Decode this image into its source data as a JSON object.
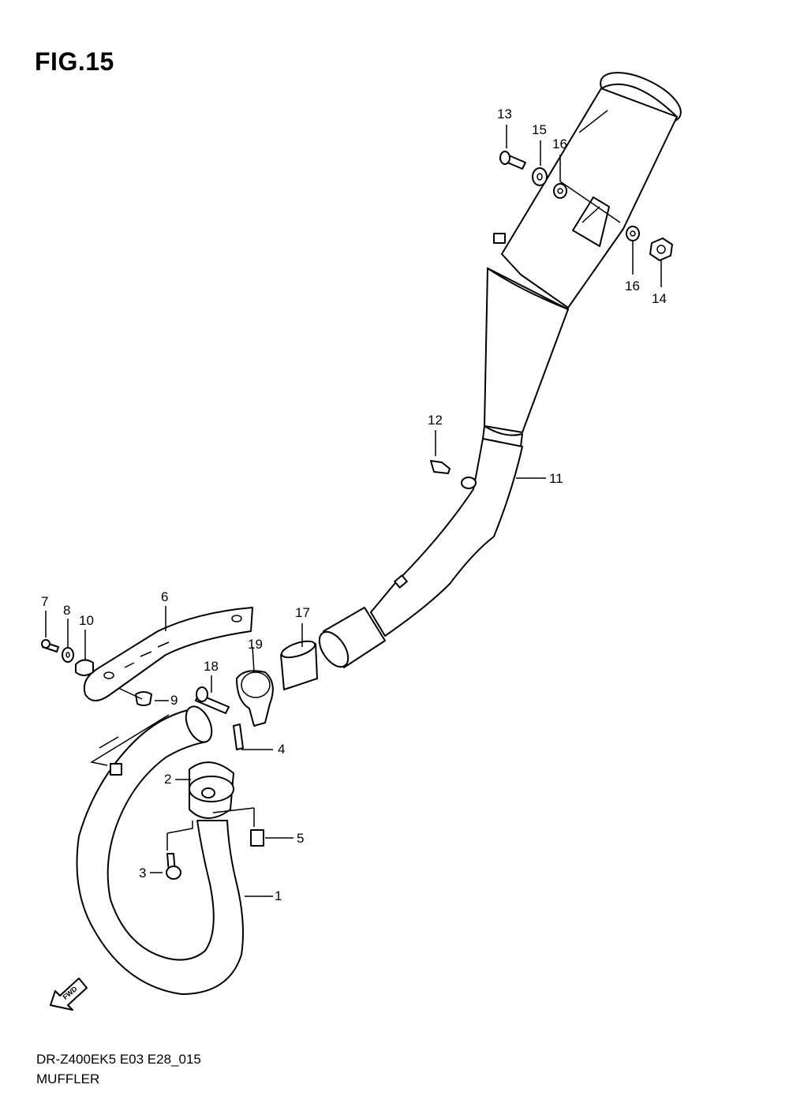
{
  "figure": {
    "title": "FIG.15",
    "model_code": "DR-Z400EK5 E03 E28_015",
    "name": "MUFFLER"
  },
  "callouts": [
    "1",
    "2",
    "3",
    "4",
    "5",
    "6",
    "7",
    "8",
    "9",
    "10",
    "11",
    "12",
    "13",
    "14",
    "15",
    "16",
    "16",
    "17",
    "18",
    "19"
  ],
  "fwd_label": "FWD"
}
